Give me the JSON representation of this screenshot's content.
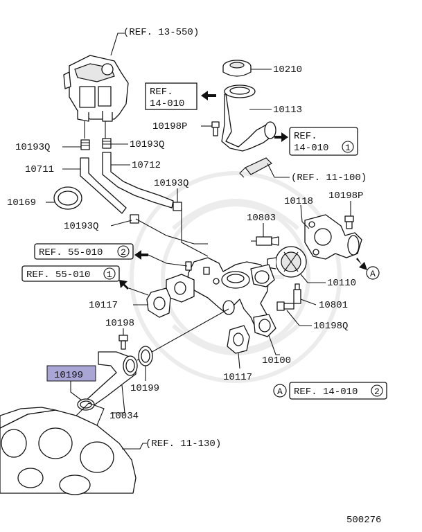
{
  "diagram_id": "500276",
  "refs": {
    "r13_550": "(REF. 13-550)",
    "r14_010_a_line1": "REF.",
    "r14_010_a_line2": "14-010",
    "r14_010_b_line1": "REF.",
    "r14_010_b_line2": "14-010",
    "r14_010_b_num": "1",
    "r11_100": "(REF. 11-100)",
    "r55_010_2": "REF. 55-010",
    "r55_010_2_num": "2",
    "r55_010_1": "REF. 55-010",
    "r55_010_1_num": "1",
    "r14_010_2": "REF. 14-010",
    "r14_010_2_num": "2",
    "r14_010_2_marker": "A",
    "r11_130": "(REF. 11-130)"
  },
  "parts": {
    "p10210": "10210",
    "p10113": "10113",
    "p10198P_top": "10198P",
    "p10193Q_left": "10193Q",
    "p10193Q_mid": "10193Q",
    "p10711": "10711",
    "p10712": "10712",
    "p10193Q_right": "10193Q",
    "p10169": "10169",
    "p10193Q_low": "10193Q",
    "p10803": "10803",
    "p10118": "10118",
    "p10198P_right": "10198P",
    "marker_A": "A",
    "p10110": "10110",
    "p10117_left": "10117",
    "p10801": "10801",
    "p10198Q": "10198Q",
    "p10198": "10198",
    "p10100": "10100",
    "p10117_bottom": "10117",
    "p10199_highlight": "10199",
    "p10199": "10199",
    "p10034": "10034"
  }
}
